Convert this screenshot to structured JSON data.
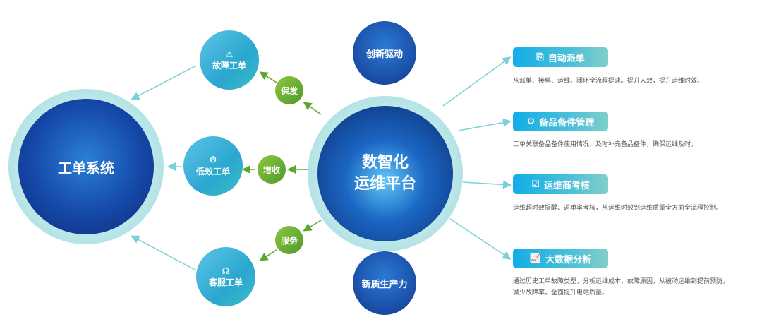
{
  "left": {
    "title": "工单系统"
  },
  "center": {
    "title_line1": "数智化",
    "title_line2": "运维平台"
  },
  "top_circle": "创新驱动",
  "bottom_circle": "新质生产力",
  "small_circles": [
    {
      "label": "故障工单",
      "icon": "warning-icon"
    },
    {
      "label": "低效工单",
      "icon": "download-clock-icon"
    },
    {
      "label": "客服工单",
      "icon": "headset-icon"
    }
  ],
  "green_labels": [
    "保发",
    "增收",
    "服务"
  ],
  "features": [
    {
      "title": "自动派单",
      "icon": "dispatch-icon",
      "desc": "从派单、接单、运维、闭环全流程提速。提升人效，提升运维时效。"
    },
    {
      "title": "备品备件管理",
      "icon": "parts-gear-icon",
      "desc": "工单关联备品备件使用情况，及时补充备品备件，确保运维及时。"
    },
    {
      "title": "运维商考核",
      "icon": "checklist-icon",
      "desc": "运维超时效提醒、返单率考核，从运维时效到运维质量全方面全流程控制。"
    },
    {
      "title": "大数据分析",
      "icon": "chart-board-icon",
      "desc": "通过历史工单故障类型，分析运维成本、故障原因，从被动运维到提前预防，减少故障率，全面提升电站质量。"
    }
  ]
}
